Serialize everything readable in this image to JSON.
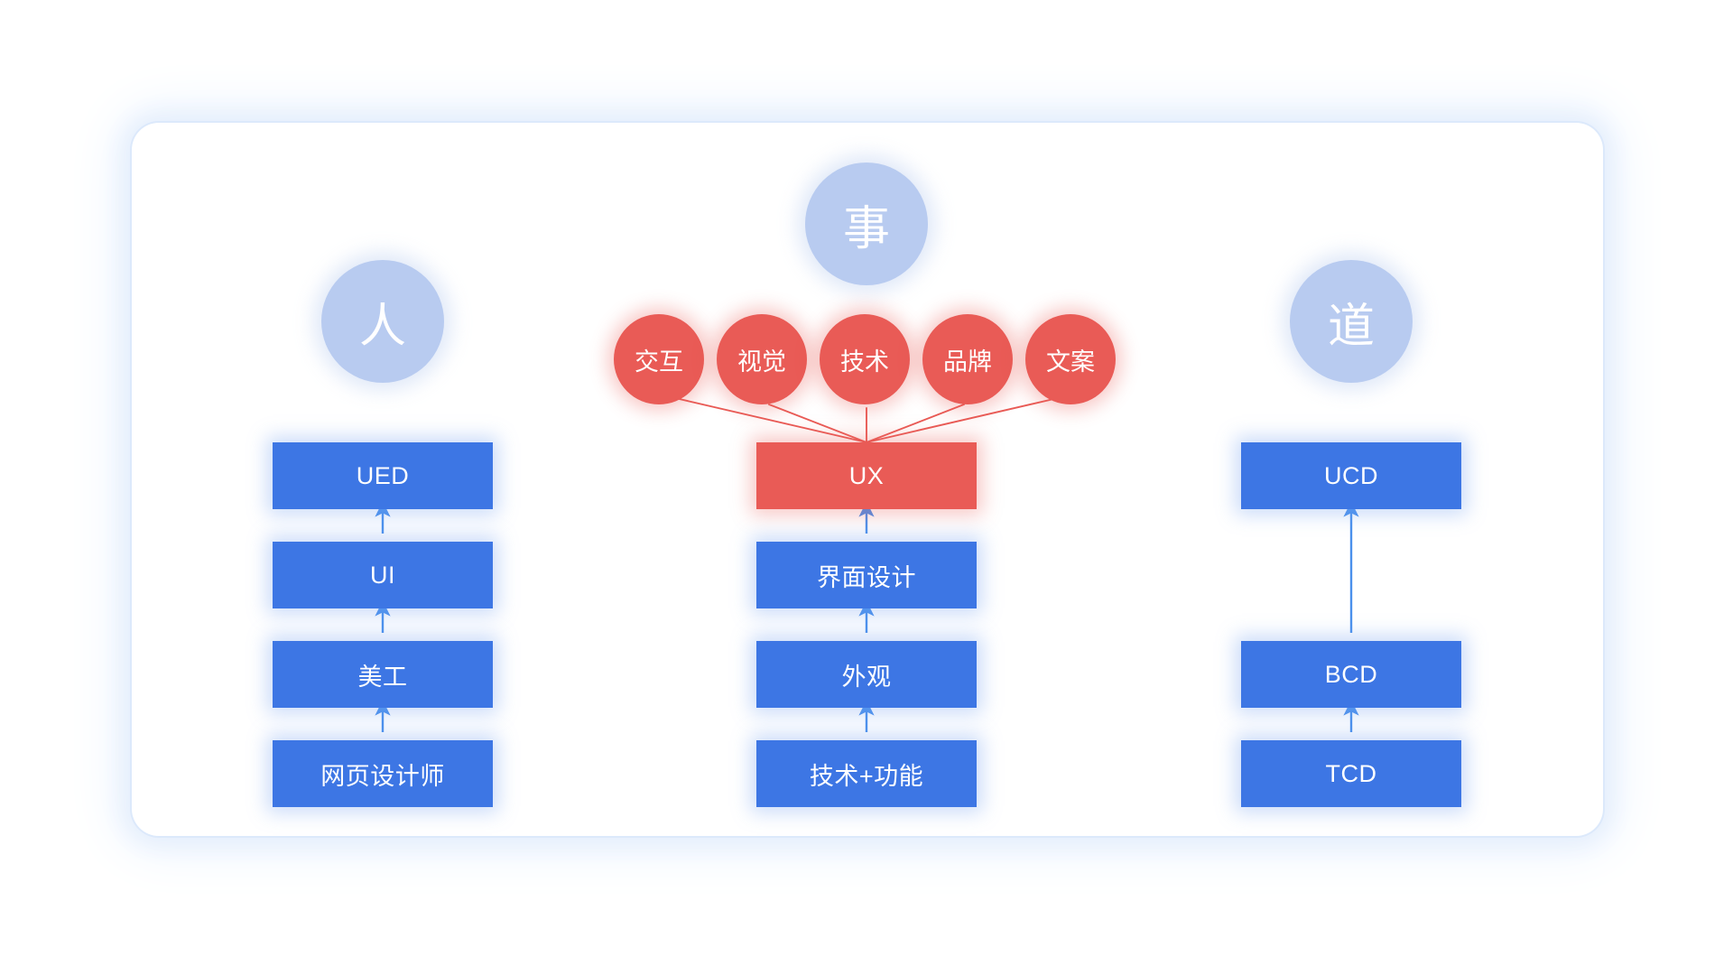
{
  "diagram": {
    "title": "UX / UED / UCD design role evolution diagram",
    "colors": {
      "blue_box": "#3d76e4",
      "red_box": "#e95b56",
      "pale_blue_circle": "#b8cbf0",
      "blue_arrow": "#4a90ec",
      "red_line": "#e95b56",
      "card_background": "#ffffff",
      "page_background": "#ffffff"
    },
    "columns": [
      {
        "id": "left",
        "header_circle": {
          "label": "人",
          "name": "person"
        },
        "stack": [
          {
            "label": "UED",
            "style": "blue"
          },
          {
            "label": "UI",
            "style": "blue"
          },
          {
            "label": "美工",
            "style": "blue"
          },
          {
            "label": "网页设计师",
            "style": "blue"
          }
        ]
      },
      {
        "id": "middle",
        "header_circle": {
          "label": "事",
          "name": "matter"
        },
        "satellites": [
          {
            "label": "交互"
          },
          {
            "label": "视觉"
          },
          {
            "label": "技术"
          },
          {
            "label": "品牌"
          },
          {
            "label": "文案"
          }
        ],
        "stack": [
          {
            "label": "UX",
            "style": "red"
          },
          {
            "label": "界面设计",
            "style": "blue"
          },
          {
            "label": "外观",
            "style": "blue"
          },
          {
            "label": "技术+功能",
            "style": "blue"
          }
        ]
      },
      {
        "id": "right",
        "header_circle": {
          "label": "道",
          "name": "way"
        },
        "stack": [
          {
            "label": "UCD",
            "style": "blue"
          },
          {
            "label": "BCD",
            "style": "blue"
          },
          {
            "label": "TCD",
            "style": "blue"
          }
        ]
      }
    ],
    "watermark": ""
  }
}
